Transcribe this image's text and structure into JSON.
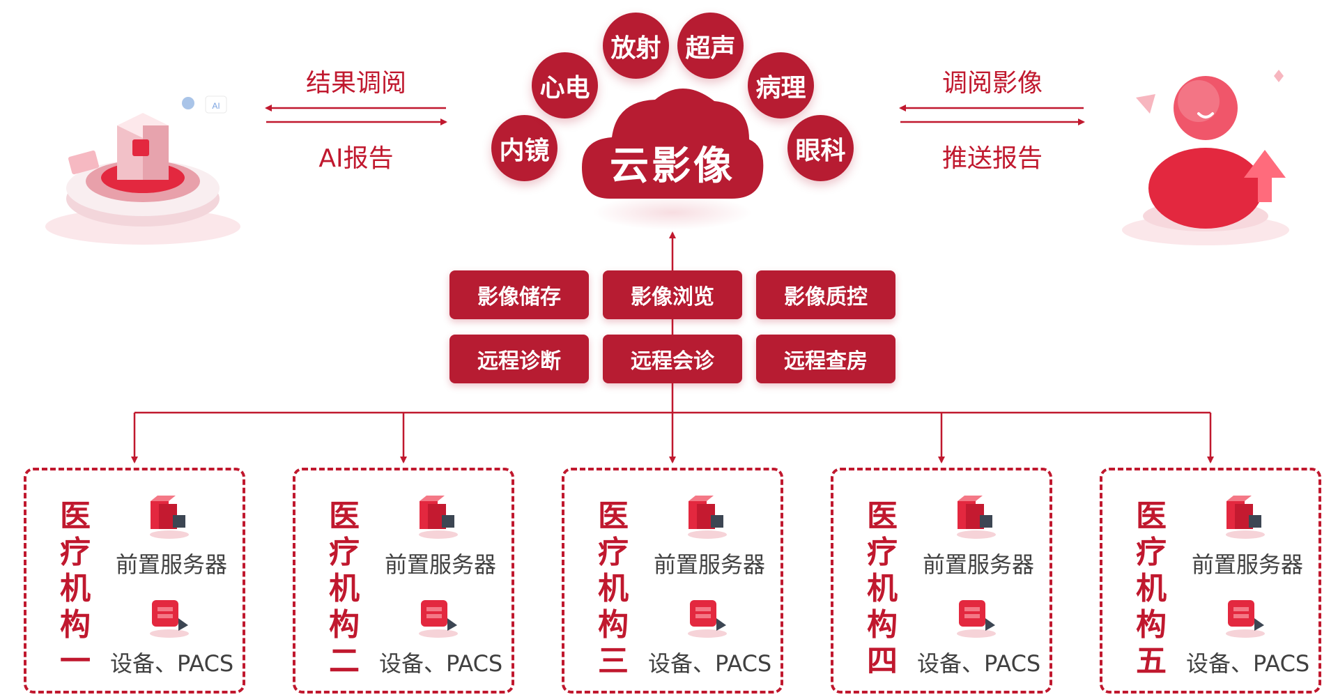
{
  "left_arrows": {
    "top_label": "结果调阅",
    "bottom_label": "AI报告"
  },
  "right_arrows": {
    "top_label": "调阅影像",
    "bottom_label": "推送报告"
  },
  "cloud": {
    "label": "云影像",
    "bubbles": [
      "内镜",
      "心电",
      "放射",
      "超声",
      "病理",
      "眼科"
    ]
  },
  "functions": {
    "row1": [
      "影像储存",
      "影像浏览",
      "影像质控"
    ],
    "row2": [
      "远程诊断",
      "远程会诊",
      "远程查房"
    ]
  },
  "institutions": [
    {
      "name": "医疗机构一",
      "server_label": "前置服务器",
      "device_label": "设备、PACS"
    },
    {
      "name": "医疗机构二",
      "server_label": "前置服务器",
      "device_label": "设备、PACS"
    },
    {
      "name": "医疗机构三",
      "server_label": "前置服务器",
      "device_label": "设备、PACS"
    },
    {
      "name": "医疗机构四",
      "server_label": "前置服务器",
      "device_label": "设备、PACS"
    },
    {
      "name": "医疗机构五",
      "server_label": "前置服务器",
      "device_label": "设备、PACS"
    }
  ],
  "colors": {
    "primary": "#b71c32",
    "accent": "#c0182e"
  }
}
